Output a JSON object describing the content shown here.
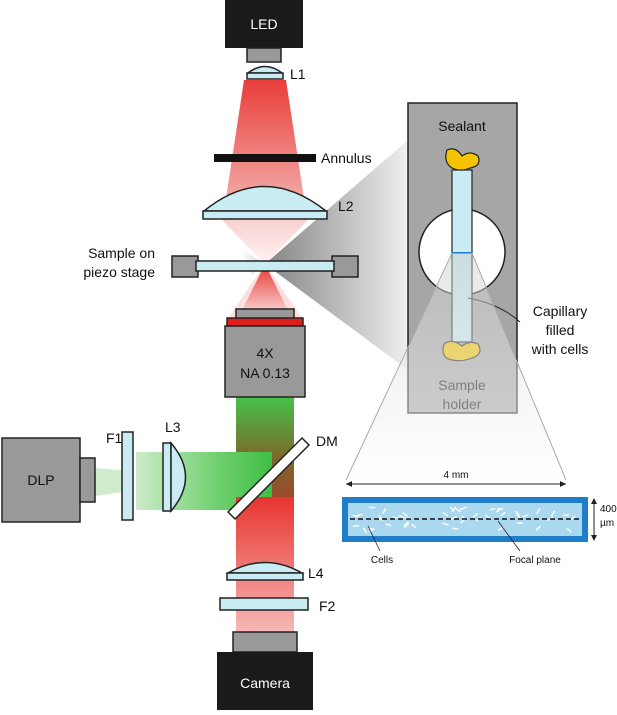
{
  "labels": {
    "led": "LED",
    "l1": "L1",
    "annulus": "Annulus",
    "l2": "L2",
    "sample_stage_line1": "Sample on",
    "sample_stage_line2": "piezo stage",
    "objective_line1": "4X",
    "objective_line2": "NA 0.13",
    "f1": "F1",
    "l3": "L3",
    "dlp": "DLP",
    "dm": "DM",
    "l4": "L4",
    "f2": "F2",
    "camera": "Camera",
    "sealant": "Sealant",
    "capillary_line1": "Capillary",
    "capillary_line2": "filled",
    "capillary_line3": "with cells",
    "sample_holder_line1": "Sample",
    "sample_holder_line2": "holder",
    "width_4mm": "4 mm",
    "height_line1": "400",
    "height_line2": "µm",
    "cells": "Cells",
    "focal_plane": "Focal plane"
  },
  "colors": {
    "red_beam": "#e8342f",
    "green_beam": "#39c34a",
    "lens_fill": "#c9ecf4",
    "capillary_fill": "#a9d8ef",
    "capillary_border": "#1f7ec8",
    "sealant": "#f5c400",
    "holder_fill": "#a6a6a6",
    "dark_device": "#1a1a1a",
    "gray_device": "#999999"
  }
}
